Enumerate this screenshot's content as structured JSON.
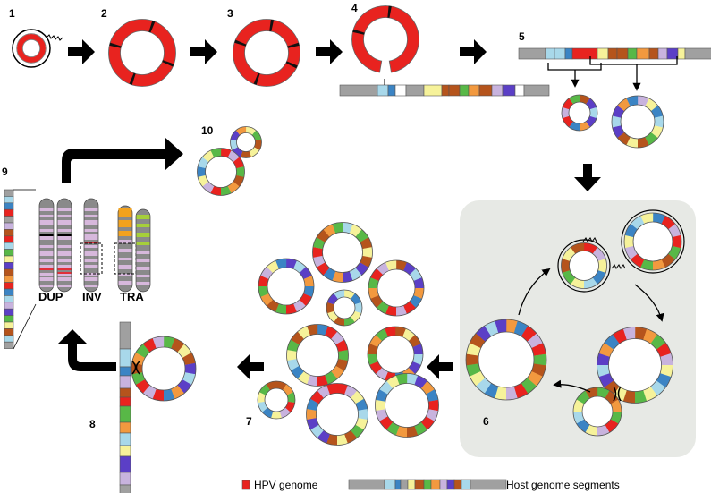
{
  "step_labels": [
    "1",
    "2",
    "3",
    "4",
    "5",
    "6",
    "7",
    "8",
    "9",
    "10"
  ],
  "rearrangement_labels": {
    "duplication": "DUP",
    "inversion": "INV",
    "translocation": "TRA"
  },
  "legend": {
    "hpv_label": "HPV genome",
    "host_label": "Host genome segments"
  },
  "colors": {
    "hpv": "#e8231f",
    "host_gray": "#a0a0a0",
    "panel_bg": "#e7e9e5",
    "segments": [
      "#a8d8ea",
      "#3b84c4",
      "#f6f29a",
      "#b5541c",
      "#f2993f",
      "#58b847",
      "#c8b3de",
      "#5b3fc6",
      "#e8231f"
    ],
    "chromosome_gray": "#8a8a8a",
    "chromosome_band": "#d7b8dc",
    "dup_line": "#e0303a",
    "tra_top": "#f2a21e",
    "tra_green": "#a6cf3a"
  },
  "icons": [
    "arrow-right-icon",
    "arrow-down-icon",
    "arrow-curved-icon",
    "crossover-icon",
    "transcription-squiggle-icon"
  ]
}
